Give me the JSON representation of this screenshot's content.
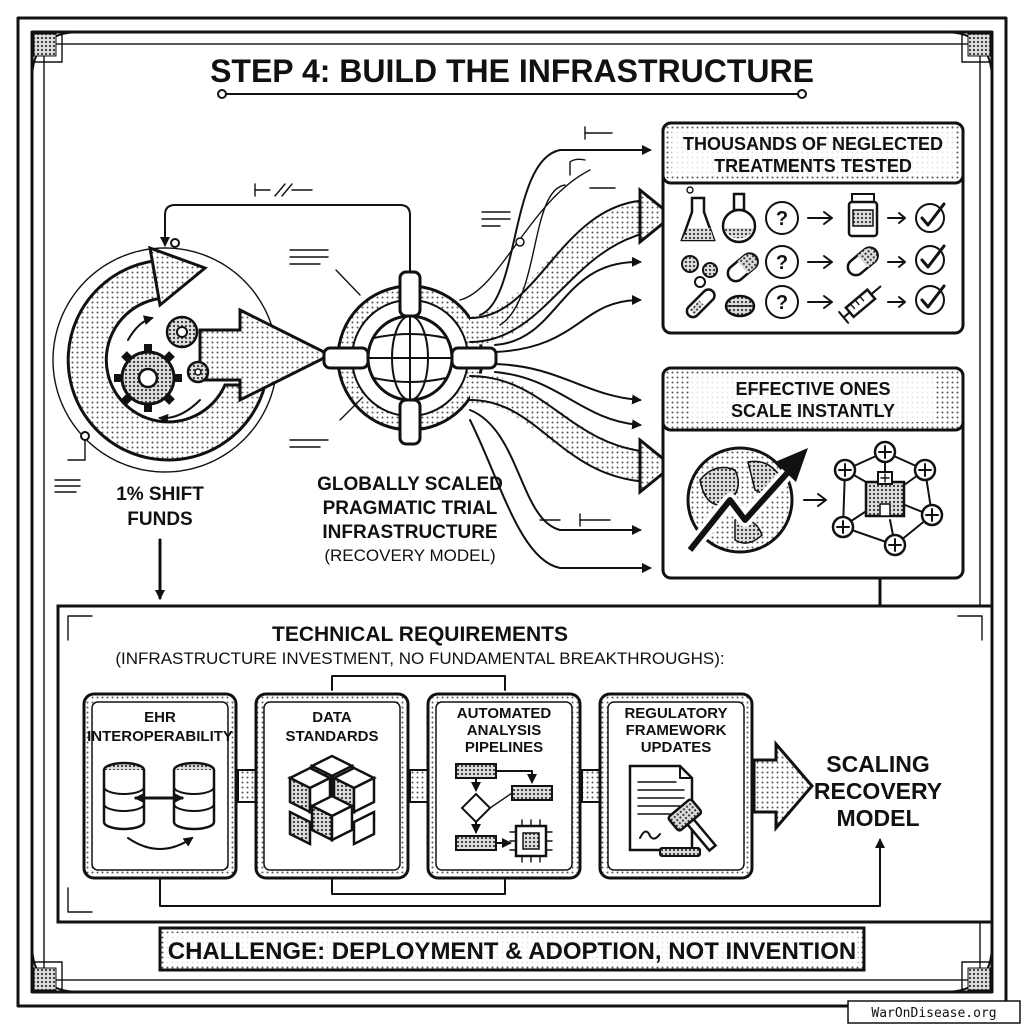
{
  "title": "STEP 4: BUILD THE INFRASTRUCTURE",
  "left": {
    "line1": "1% SHIFT",
    "line2": "FUNDS"
  },
  "center": {
    "line1": "GLOBALLY SCALED",
    "line2": "PRAGMATIC TRIAL",
    "line3": "INFRASTRUCTURE",
    "line4": "(RECOVERY MODEL)"
  },
  "panel_top": {
    "line1": "THOUSANDS OF NEGLECTED",
    "line2": "TREATMENTS TESTED"
  },
  "panel_mid": {
    "line1": "EFFECTIVE ONES",
    "line2": "SCALE INSTANTLY"
  },
  "requirements": {
    "title": "TECHNICAL REQUIREMENTS",
    "subtitle": "(INFRASTRUCTURE INVESTMENT, NO FUNDAMENTAL BREAKTHROUGHS):",
    "boxes": [
      {
        "lines": [
          "EHR",
          "INTEROPERABILITY"
        ],
        "icon": "database-sync-icon"
      },
      {
        "lines": [
          "DATA",
          "STANDARDS"
        ],
        "icon": "cubes-icon"
      },
      {
        "lines": [
          "AUTOMATED",
          "ANALYSIS",
          "PIPELINES"
        ],
        "icon": "flowchart-chip-icon"
      },
      {
        "lines": [
          "REGULATORY",
          "FRAMEWORK",
          "UPDATES"
        ],
        "icon": "document-gavel-icon"
      }
    ]
  },
  "outcome": {
    "line1": "SCALING",
    "line2": "RECOVERY",
    "line3": "MODEL"
  },
  "challenge": "CHALLENGE: DEPLOYMENT & ADOPTION, NOT INVENTION",
  "watermark": "WarOnDisease.org"
}
